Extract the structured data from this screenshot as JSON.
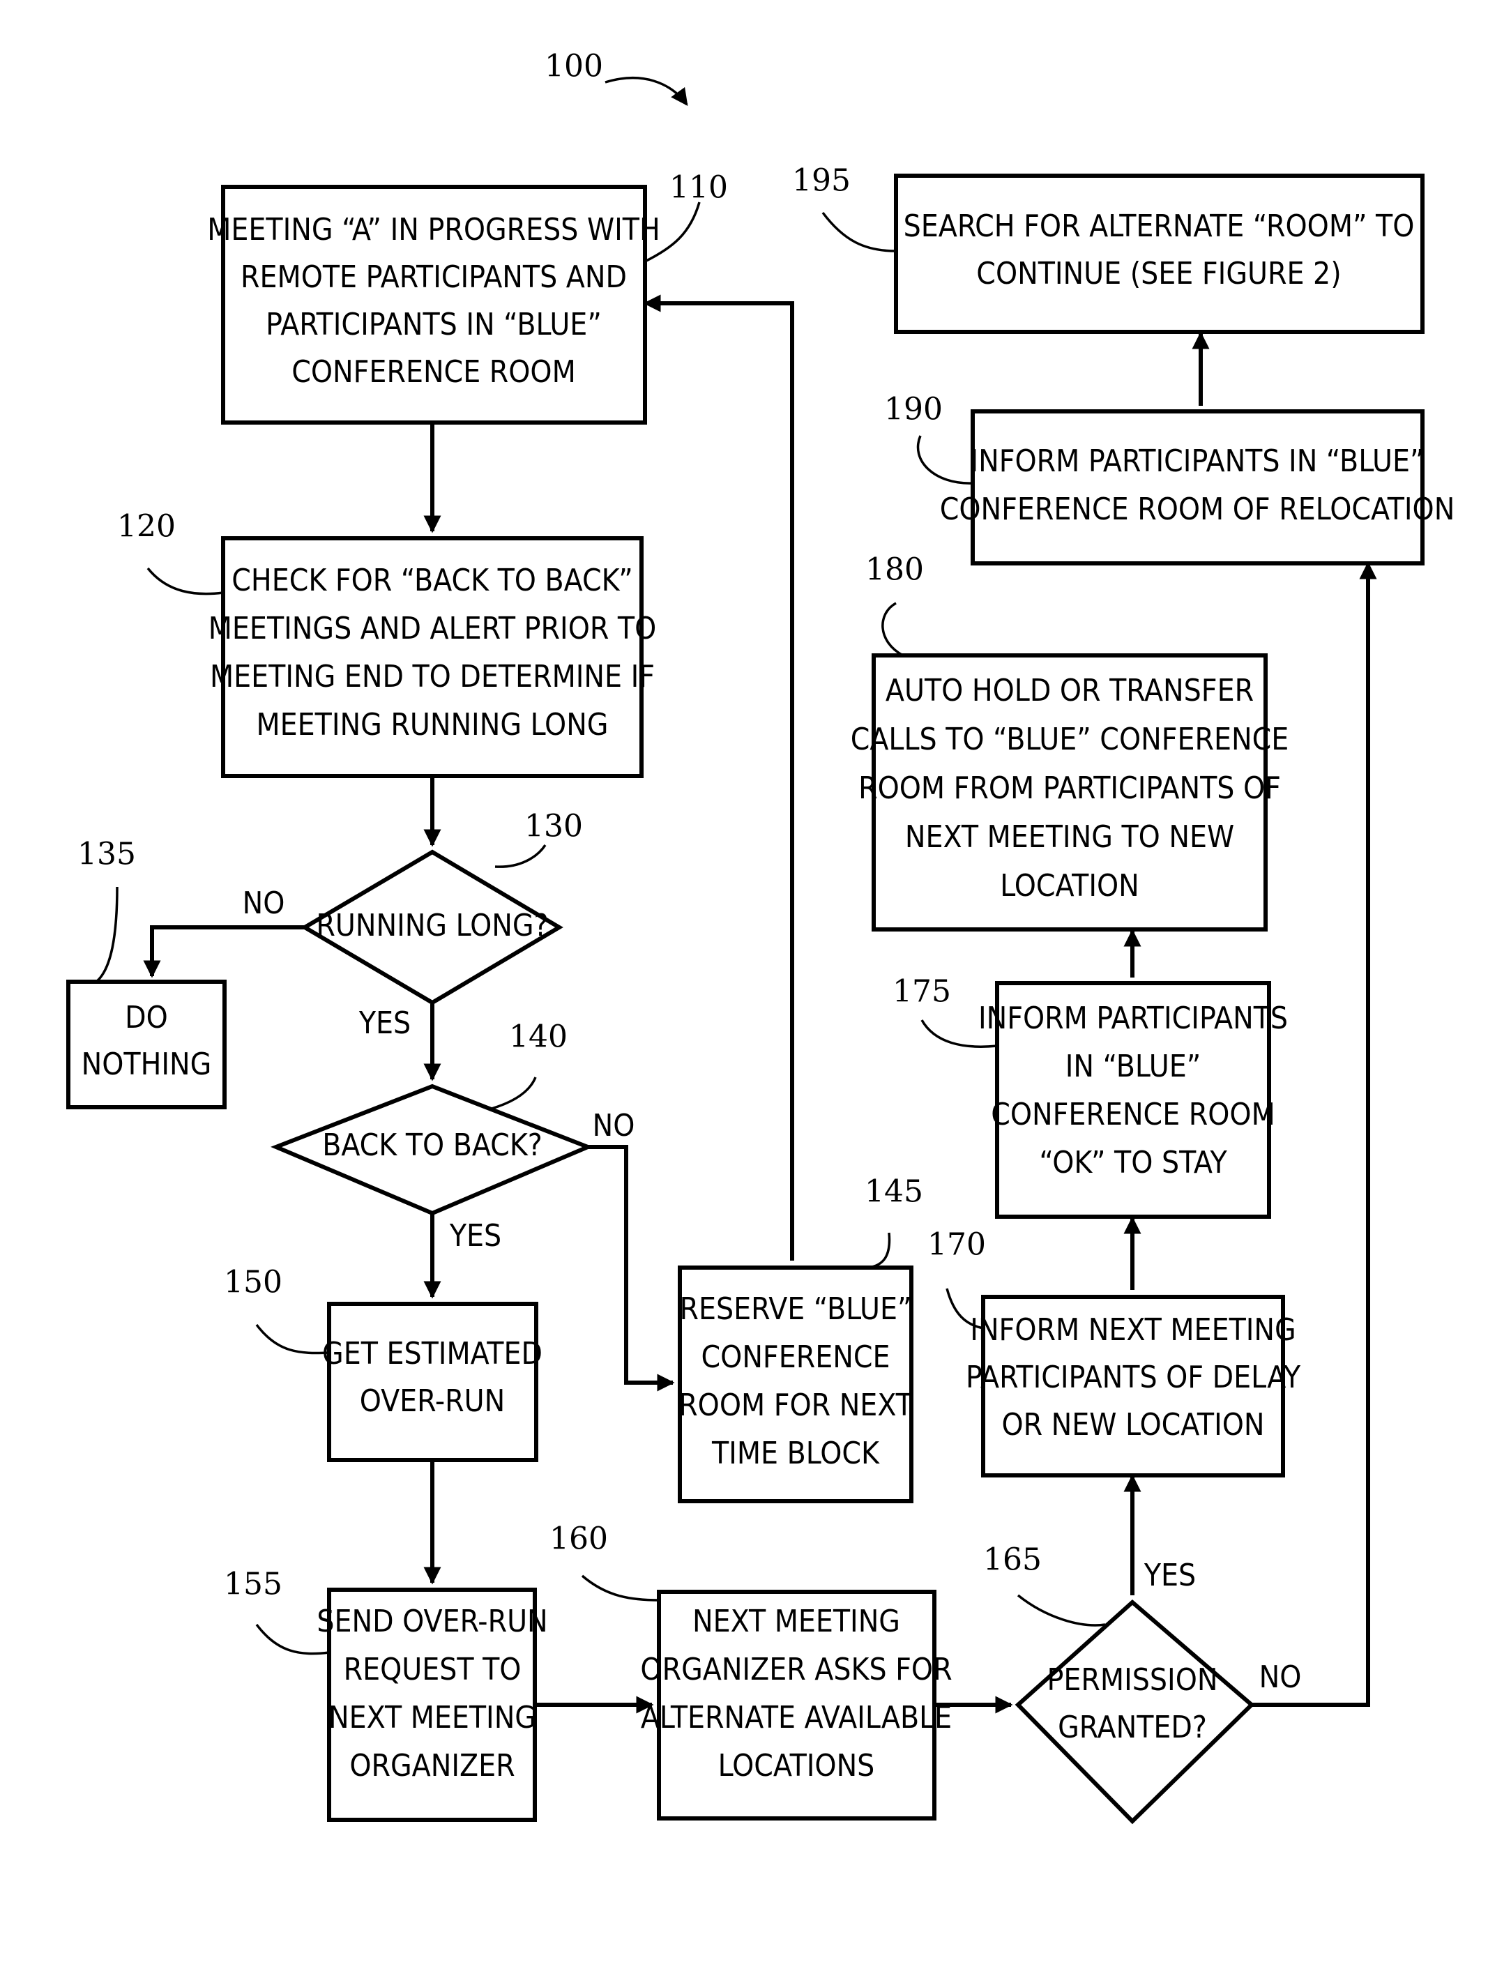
{
  "figure_ref": "100",
  "nodes": [
    {
      "id": "110",
      "ref": "110",
      "lines": [
        "MEETING “A” IN PROGRESS WITH",
        "REMOTE PARTICIPANTS AND",
        "PARTICIPANTS IN “BLUE”",
        "CONFERENCE ROOM"
      ]
    },
    {
      "id": "120",
      "ref": "120",
      "lines": [
        "CHECK FOR “BACK TO BACK”",
        "MEETINGS AND ALERT PRIOR TO",
        "MEETING END TO DETERMINE IF",
        "MEETING RUNNING LONG"
      ]
    },
    {
      "id": "130",
      "ref": "130",
      "lines": [
        "RUNNING LONG?"
      ]
    },
    {
      "id": "135",
      "ref": "135",
      "lines": [
        "DO",
        "NOTHING"
      ]
    },
    {
      "id": "140",
      "ref": "140",
      "lines": [
        "BACK TO BACK?"
      ]
    },
    {
      "id": "145",
      "ref": "145",
      "lines": [
        "RESERVE “BLUE”",
        "CONFERENCE",
        "ROOM FOR NEXT",
        "TIME BLOCK"
      ]
    },
    {
      "id": "150",
      "ref": "150",
      "lines": [
        "GET ESTIMATED",
        "OVER-RUN"
      ]
    },
    {
      "id": "155",
      "ref": "155",
      "lines": [
        "SEND OVER-RUN",
        "REQUEST TO",
        "NEXT MEETING",
        "ORGANIZER"
      ]
    },
    {
      "id": "160",
      "ref": "160",
      "lines": [
        "NEXT MEETING",
        "ORGANIZER ASKS FOR",
        "ALTERNATE AVAILABLE",
        "LOCATIONS"
      ]
    },
    {
      "id": "165",
      "ref": "165",
      "lines": [
        "PERMISSION",
        "GRANTED?"
      ]
    },
    {
      "id": "170",
      "ref": "170",
      "lines": [
        "INFORM NEXT MEETING",
        "PARTICIPANTS OF DELAY",
        "OR NEW LOCATION"
      ]
    },
    {
      "id": "175",
      "ref": "175",
      "lines": [
        "INFORM PARTICIPANTS",
        "IN “BLUE”",
        "CONFERENCE ROOM",
        "“OK” TO STAY"
      ]
    },
    {
      "id": "180",
      "ref": "180",
      "lines": [
        "AUTO HOLD OR TRANSFER",
        "CALLS TO “BLUE” CONFERENCE",
        "ROOM FROM PARTICIPANTS OF",
        "NEXT MEETING TO NEW",
        "LOCATION"
      ]
    },
    {
      "id": "190",
      "ref": "190",
      "lines": [
        "INFORM PARTICIPANTS IN “BLUE”",
        "CONFERENCE ROOM OF RELOCATION"
      ]
    },
    {
      "id": "195",
      "ref": "195",
      "lines": [
        "SEARCH FOR ALTERNATE “ROOM” TO",
        "CONTINUE (SEE FIGURE 2)"
      ]
    }
  ],
  "edge_labels": {
    "running_long_no": "NO",
    "running_long_yes": "YES",
    "back_to_back_no": "NO",
    "back_to_back_yes": "YES",
    "permission_yes": "YES",
    "permission_no": "NO"
  }
}
